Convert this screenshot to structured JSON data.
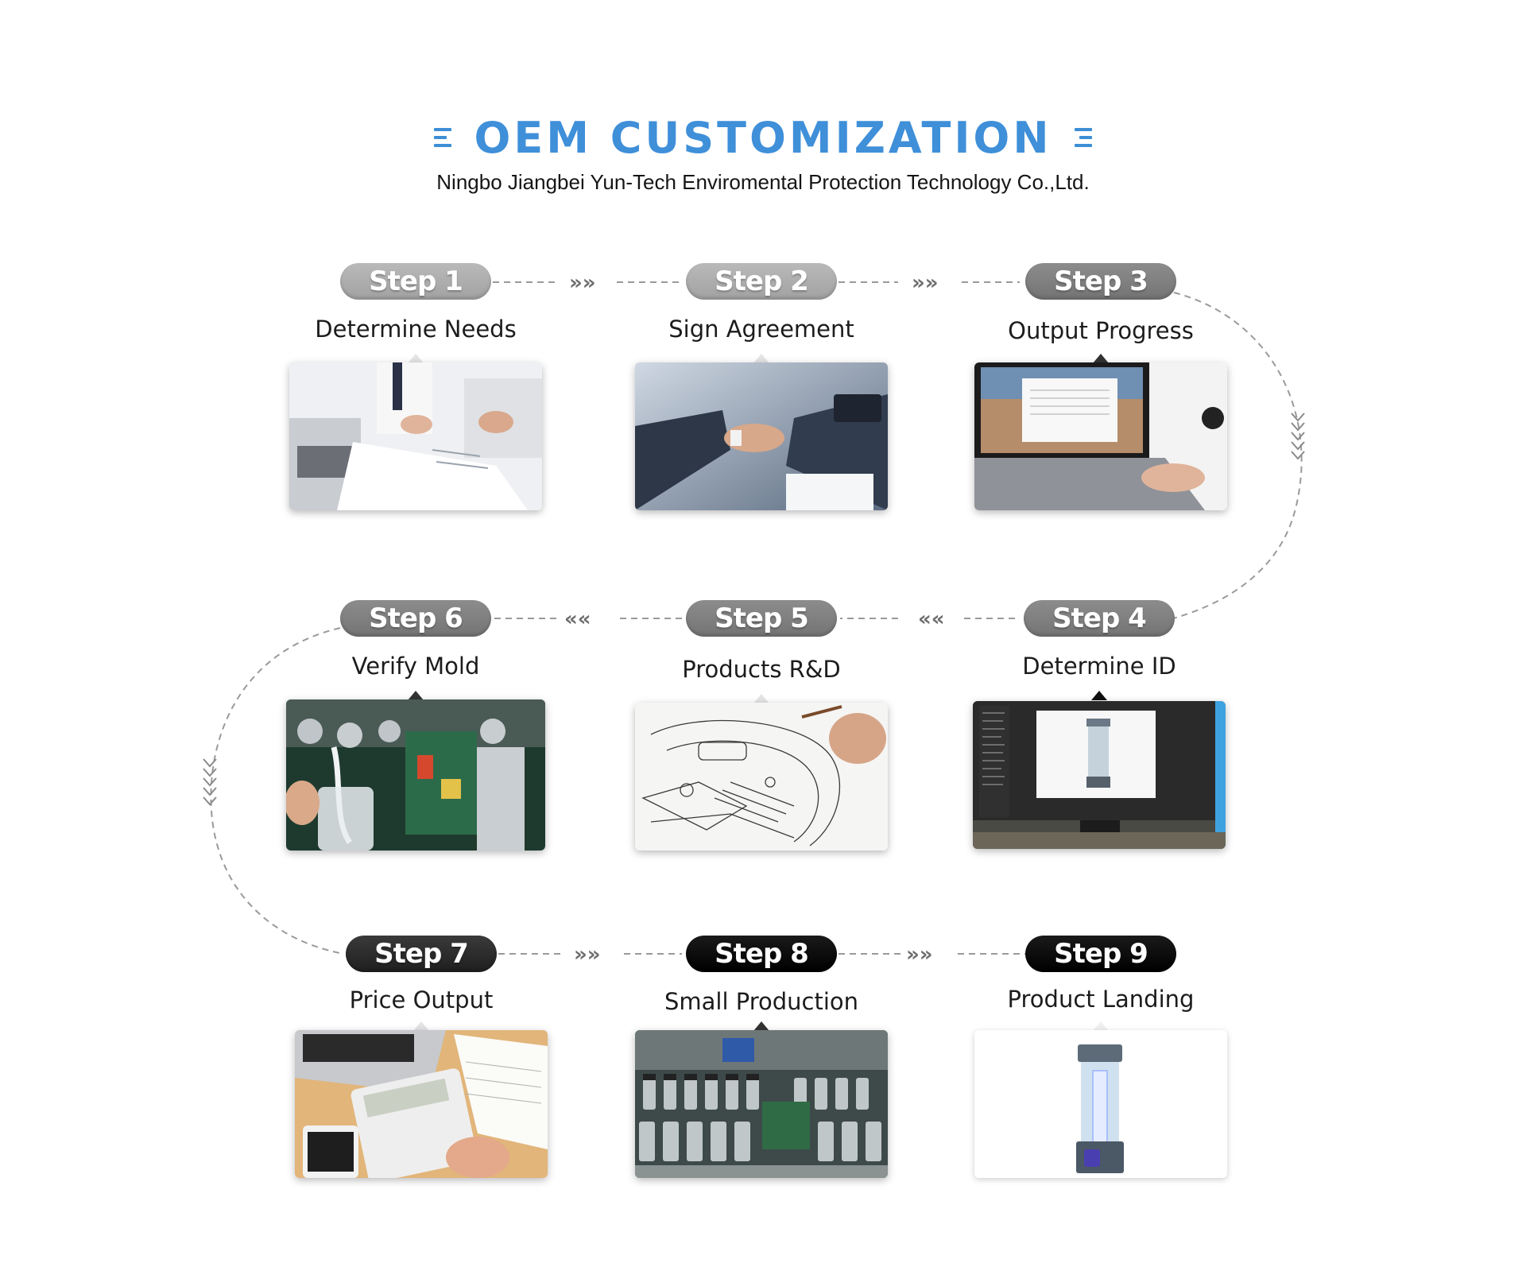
{
  "header": {
    "title": "OEM CUSTOMIZATION",
    "subtitle": "Ningbo Jiangbei Yun-Tech Enviromental Protection Technology Co.,Ltd.",
    "accent_color": "#3f8fd9",
    "title_icon": "menu-lines-icon"
  },
  "steps": [
    {
      "badge": "Step 1",
      "label": "Determine Needs",
      "image": "business-meeting-documents"
    },
    {
      "badge": "Step 2",
      "label": "Sign Agreement",
      "image": "handshake"
    },
    {
      "badge": "Step 3",
      "label": "Output Progress",
      "image": "laptop-typing"
    },
    {
      "badge": "Step 4",
      "label": "Determine ID",
      "image": "monitor-product-render"
    },
    {
      "badge": "Step 5",
      "label": "Products R&D",
      "image": "pencil-sketch"
    },
    {
      "badge": "Step 6",
      "label": "Verify Mold",
      "image": "lab-electronics-bottles"
    },
    {
      "badge": "Step 7",
      "label": "Price Output",
      "image": "calculator-notepad"
    },
    {
      "badge": "Step 8",
      "label": "Small Production",
      "image": "bottles-production-line"
    },
    {
      "badge": "Step 9",
      "label": "Product Landing",
      "image": "hydrogen-water-bottle"
    }
  ],
  "connectors": {
    "forward_arrows": "»»",
    "backward_arrows": "««",
    "down_arrows": "vvvv"
  }
}
